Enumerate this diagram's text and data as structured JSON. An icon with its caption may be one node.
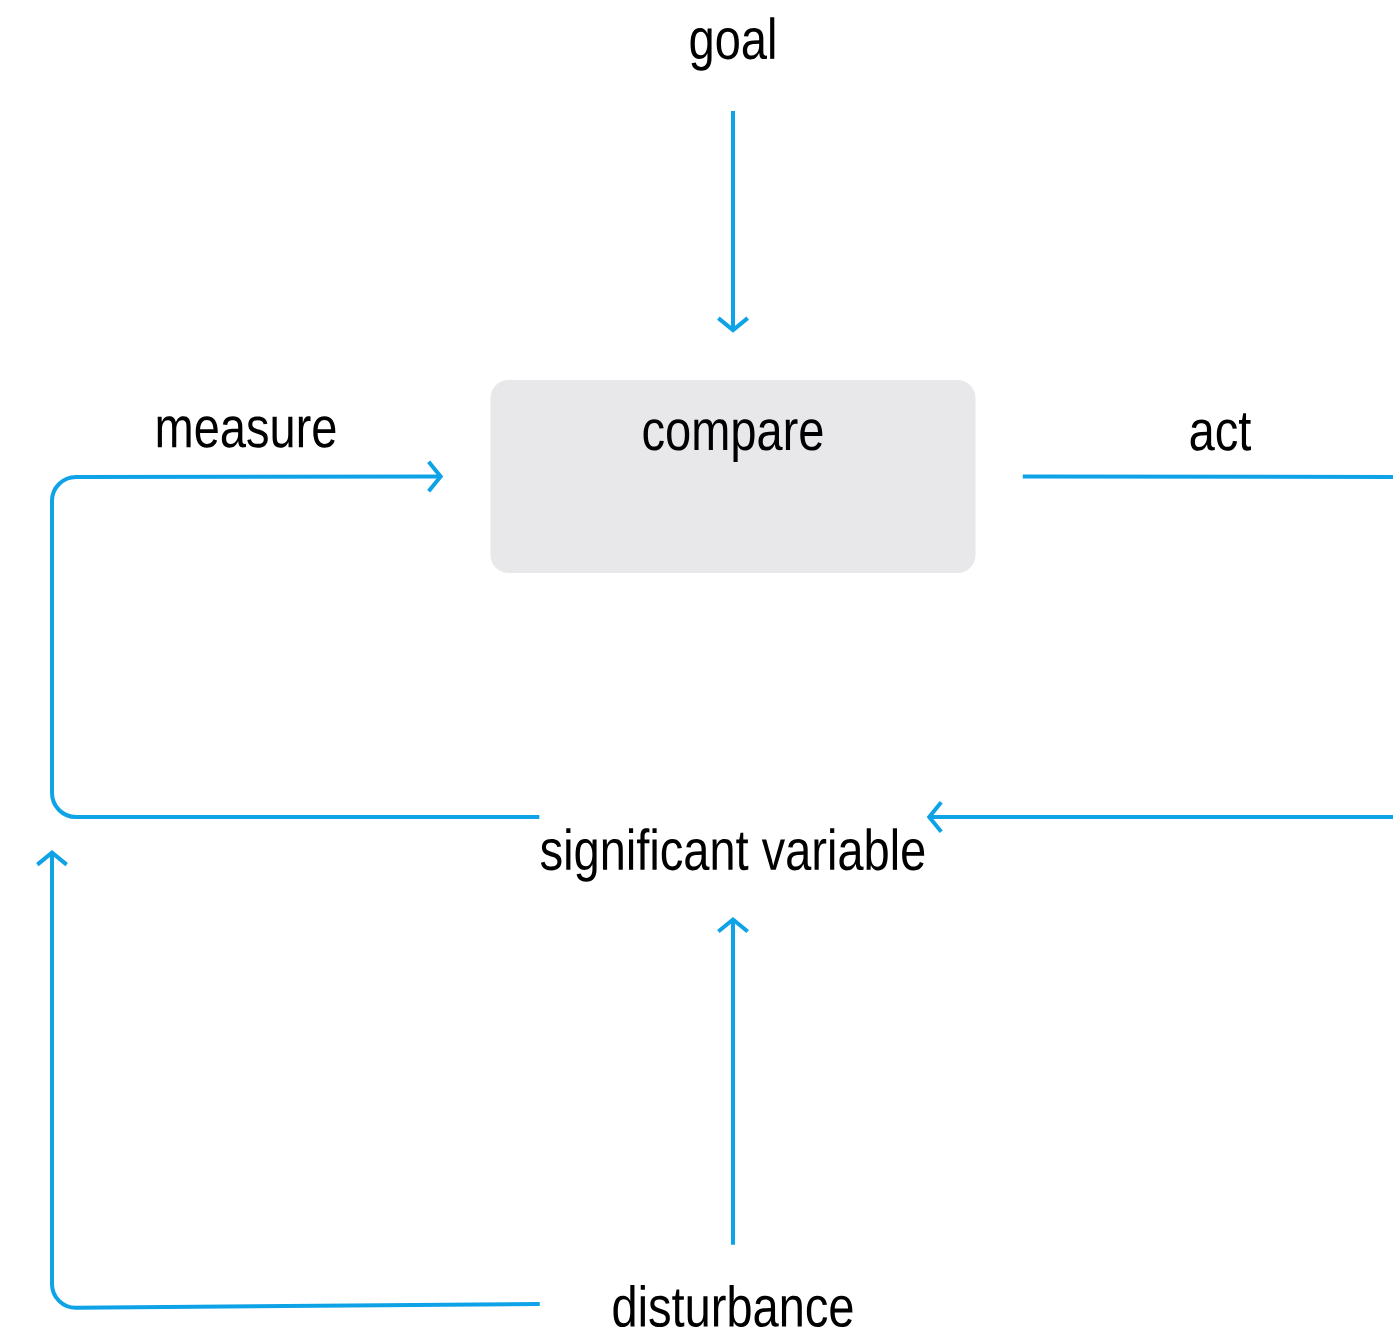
{
  "diagram": {
    "nodes": [
      {
        "text": [
          "goal"
        ]
      },
      {
        "text": [
          "compare"
        ]
      },
      {
        "text": [
          "significant variable"
        ]
      },
      {
        "text": [
          "disturbance"
        ]
      }
    ],
    "edges": [
      {
        "from": 0,
        "to": 1,
        "arrow": "to"
      },
      {
        "from": 2,
        "to": 1,
        "arrow": "to",
        "label": "measure"
      },
      {
        "from": 1,
        "to": 2,
        "arrow": "to",
        "label": "act"
      },
      {
        "from": 3,
        "to": 2,
        "arrow": "to"
      },
      {
        "from": 3,
        "to": null,
        "arrow": "to"
      }
    ]
  }
}
